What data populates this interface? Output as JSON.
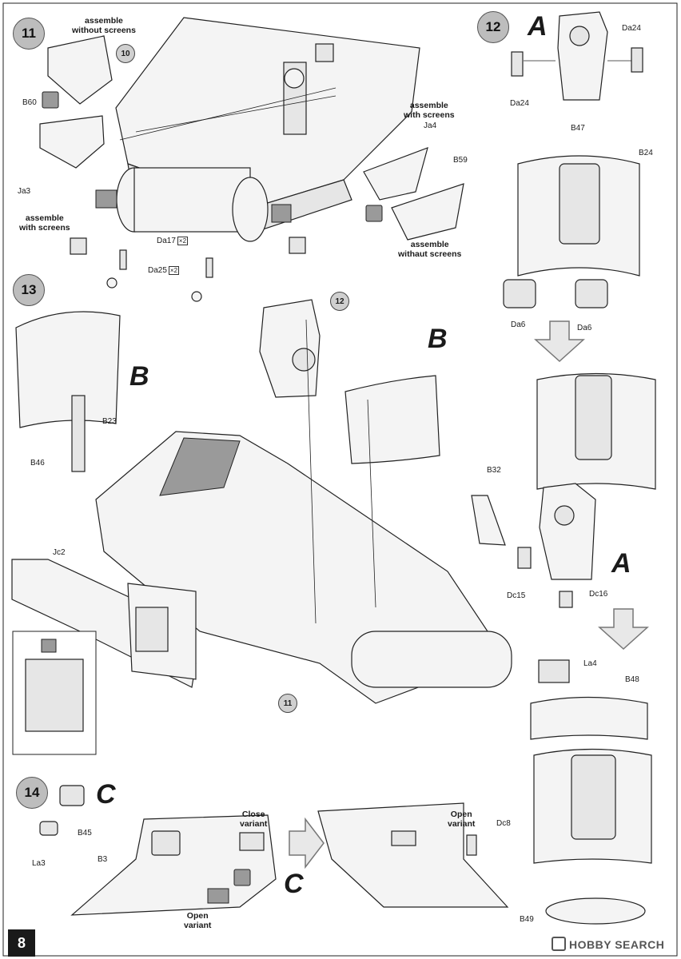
{
  "page_number": "8",
  "watermark": "HOBBY SEARCH",
  "steps": [
    {
      "number": "11"
    },
    {
      "number": "12"
    },
    {
      "number": "13"
    },
    {
      "number": "14"
    }
  ],
  "step_refs": {
    "ref10": "10",
    "ref12": "12",
    "ref11": "11"
  },
  "sub_letters": {
    "a_top": "A",
    "b_left": "B",
    "b_mid": "B",
    "a_right": "A",
    "c_top": "C",
    "c_bottom": "C"
  },
  "notes": {
    "without_1": "assemble\nwithout screens",
    "with_1": "assemble\nwith screens",
    "with_2": "assemble\nwith screens",
    "without_2": "assemble\nwithaut screens",
    "close_variant": "Close\nvariant",
    "open_variant_1": "Open\nvariant",
    "open_variant_2": "Open\nvariant"
  },
  "parts": {
    "B60": "B60",
    "Ja3": "Ja3",
    "Ja4": "Ja4",
    "B59": "B59",
    "Da17": "Da17",
    "Da17_qty": "×2",
    "Da25": "Da25",
    "Da25_qty": "×2",
    "Da24_left": "Da24",
    "Da24_right": "Da24",
    "B47": "B47",
    "B24": "B24",
    "Da6_left": "Da6",
    "Da6_right": "Da6",
    "Dc15": "Dc15",
    "Dc16": "Dc16",
    "La4": "La4",
    "B48": "B48",
    "B49": "B49",
    "B23": "B23",
    "B46": "B46",
    "B32": "B32",
    "Jc2": "Jc2",
    "B45": "B45",
    "La3": "La3",
    "B3": "B3",
    "Dc8": "Dc8"
  }
}
